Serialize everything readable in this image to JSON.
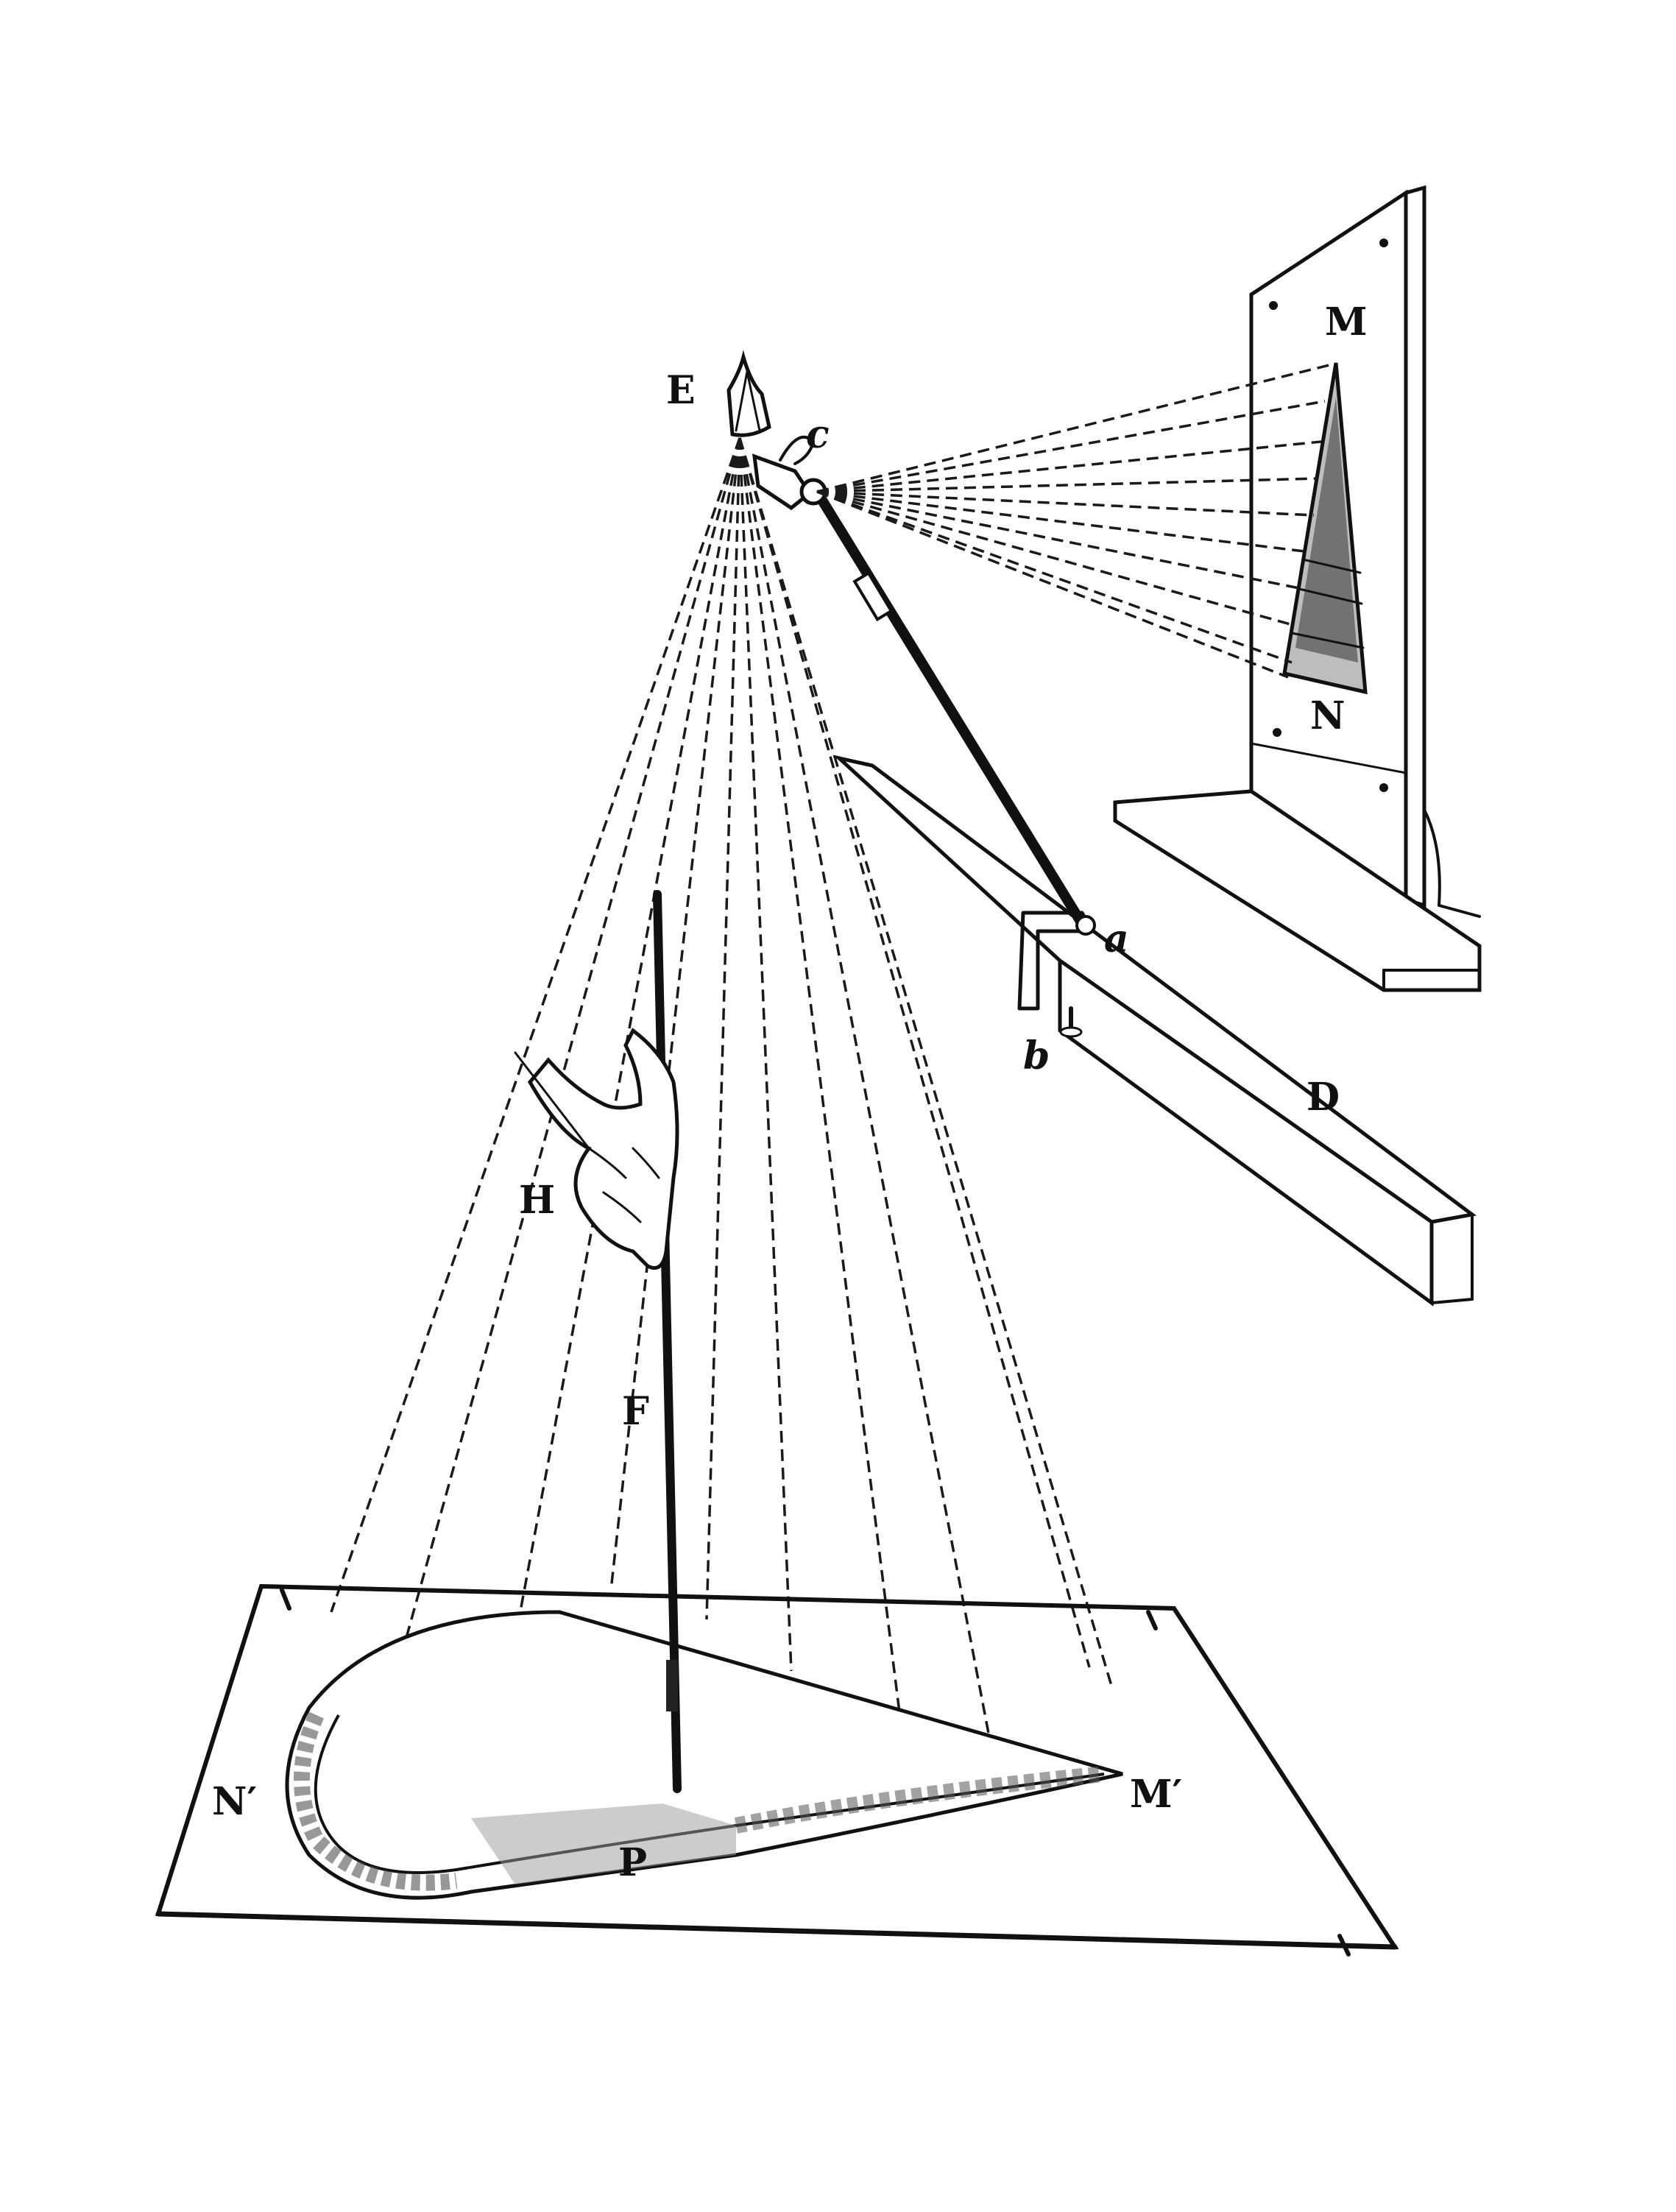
{
  "figure": {
    "labels": {
      "E": "E",
      "c": "c",
      "M": "M",
      "N": "N",
      "a": "a",
      "b": "b",
      "D": "D",
      "H": "H",
      "F": "F",
      "N_prime": "N′",
      "M_prime": "M′",
      "P": "P"
    },
    "colors": {
      "ink": "#111111",
      "paper": "#ffffff"
    }
  }
}
